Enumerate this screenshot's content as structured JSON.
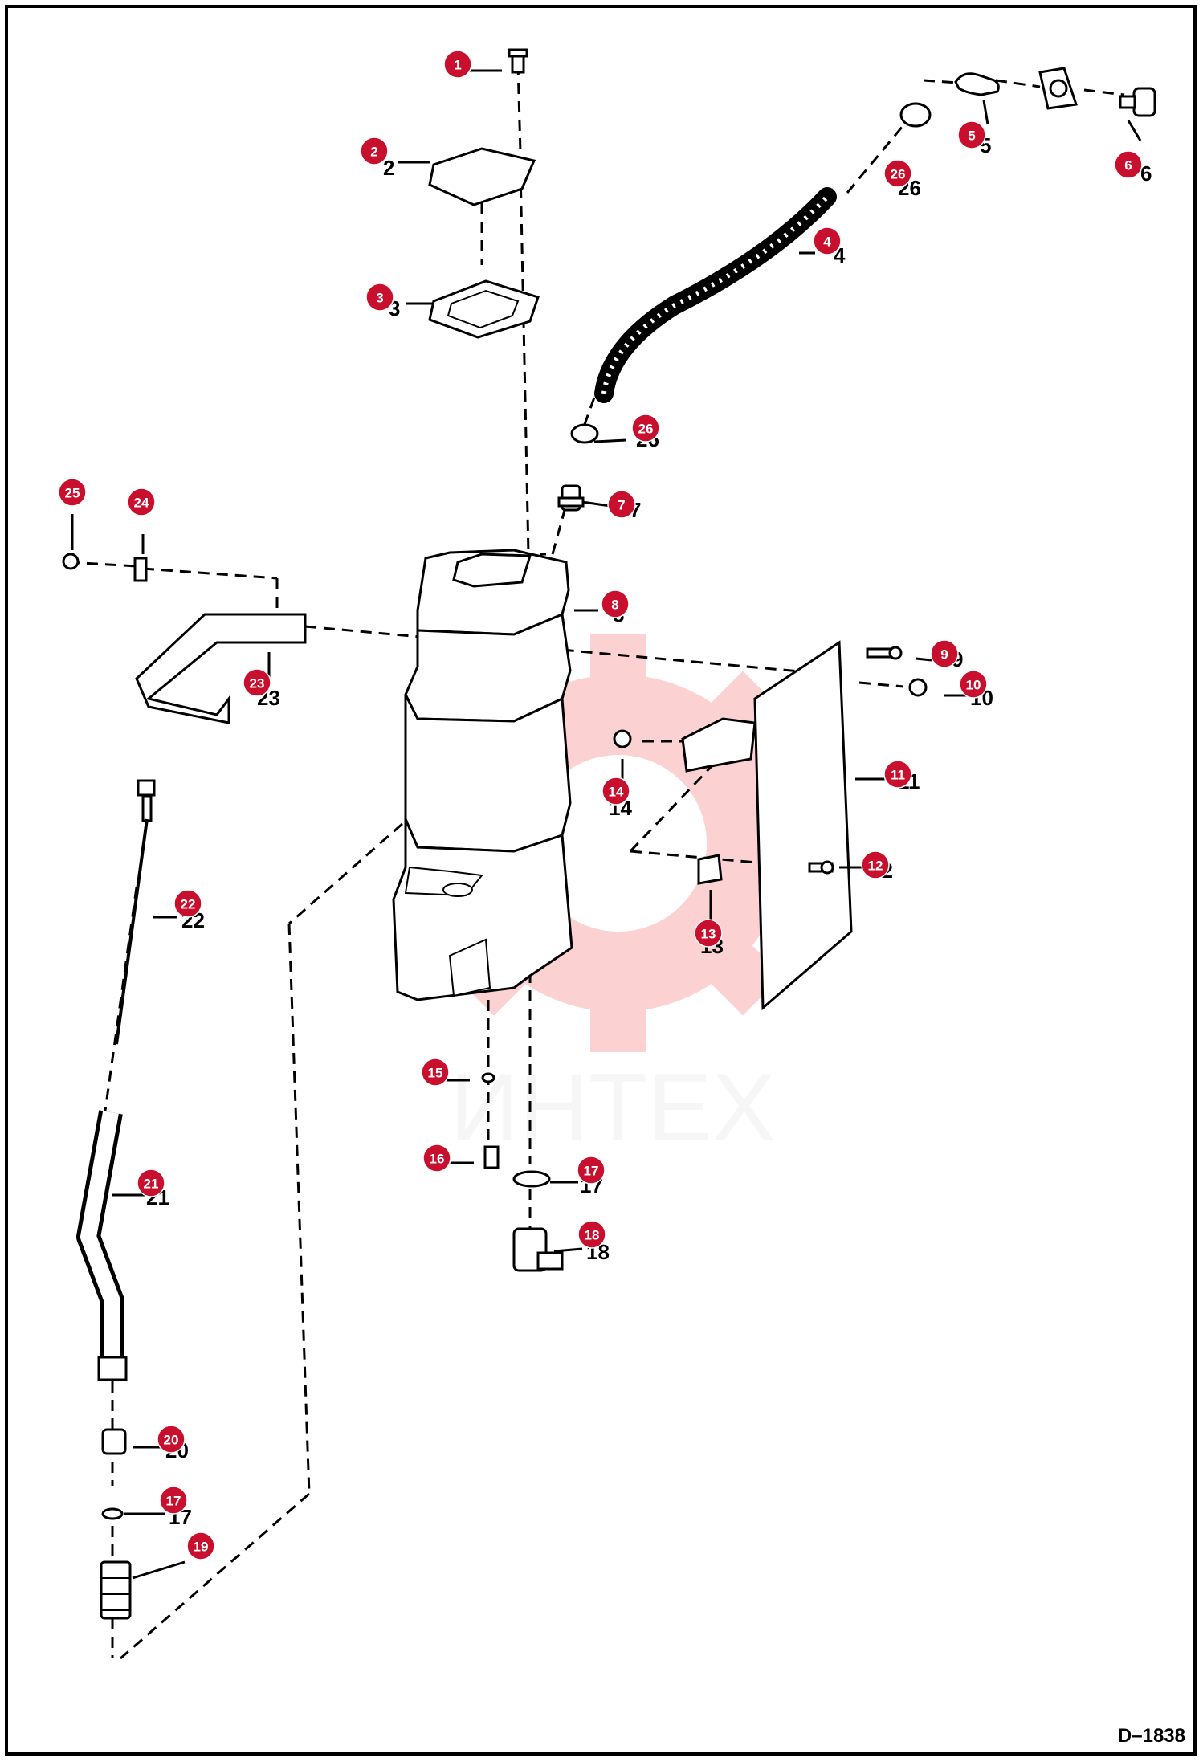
{
  "drawing_code": "D–1838",
  "watermark_text": "ИНТЕХ",
  "callout_color": "#c8102e",
  "callouts": [
    "1",
    "2",
    "3",
    "4",
    "5",
    "6",
    "7",
    "8",
    "9",
    "10",
    "11",
    "12",
    "13",
    "14",
    "15",
    "16",
    "17",
    "18",
    "19",
    "20",
    "21",
    "22",
    "23",
    "24",
    "25",
    "26"
  ],
  "printed_numbers": {
    "n2": "2",
    "n3": "3",
    "n4": "4",
    "n5": "5",
    "n6": "6",
    "n8": "8",
    "n9": "9",
    "n10": "10",
    "n11": "11",
    "n12": "12",
    "n13": "13",
    "n14": "14",
    "n17a": "17",
    "n17b": "17",
    "n18": "18",
    "n20": "20",
    "n21": "21",
    "n22": "22",
    "n23": "23",
    "n26a": "26",
    "n26b": "26",
    "n7": "7"
  }
}
